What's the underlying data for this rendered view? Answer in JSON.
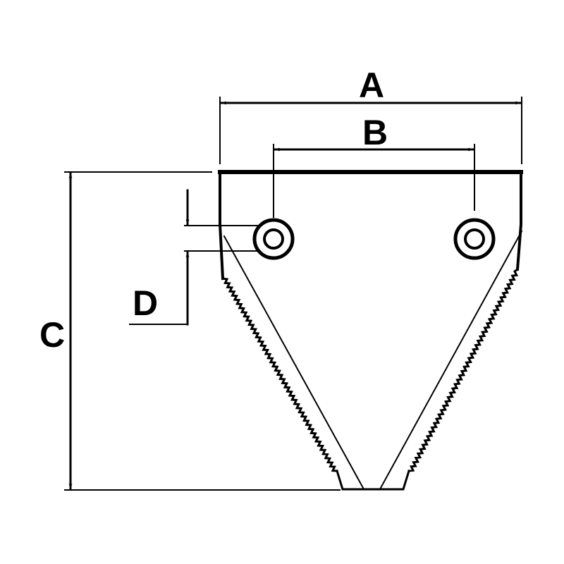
{
  "dimensions": {
    "a": "A",
    "b": "B",
    "c": "C",
    "d": "D"
  },
  "colors": {
    "ink": "#000000",
    "background": "#ffffff"
  }
}
